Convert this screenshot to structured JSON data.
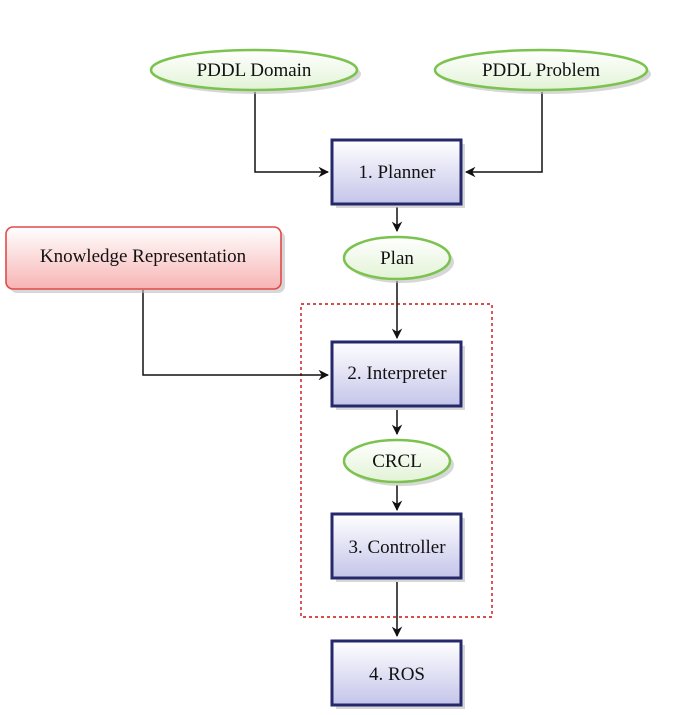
{
  "inputs": {
    "pddl_domain": "PDDL Domain",
    "pddl_problem": "PDDL Problem"
  },
  "stages": {
    "planner": "1. Planner",
    "interpreter": "2. Interpreter",
    "controller": "3. Controller",
    "ros": "4. ROS"
  },
  "artifacts": {
    "plan": "Plan",
    "crcl": "CRCL"
  },
  "knowledge": {
    "label": "Knowledge Representation"
  },
  "colors": {
    "ellipse_stroke": "#7bc24f",
    "ellipse_fill_top": "#ffffff",
    "ellipse_fill_bottom": "#e2f3d6",
    "box_stroke": "#25286b",
    "box_fill_top": "#ffffff",
    "box_fill_bottom": "#c4c4ea",
    "kr_stroke": "#e24a4a",
    "kr_fill_top": "#ffffff",
    "kr_fill_bottom": "#f7b4b4",
    "dashed_group": "#cc1111",
    "arrow": "#111111"
  }
}
